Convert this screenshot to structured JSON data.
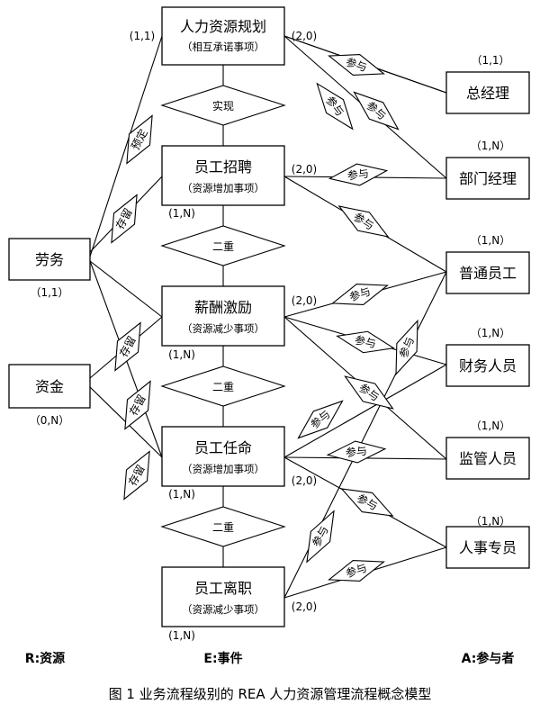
{
  "events": [
    {
      "name": "人力资源规划",
      "type": "（相互承诺事项）"
    },
    {
      "name": "员工招聘",
      "type": "（资源增加事项）"
    },
    {
      "name": "薪酬激励",
      "type": "（资源减少事项）"
    },
    {
      "name": "员工任命",
      "type": "（资源增加事项）"
    },
    {
      "name": "员工离职",
      "type": "（资源减少事项）"
    }
  ],
  "event_links": [
    "实现",
    "二重",
    "二重",
    "二重"
  ],
  "resources": [
    {
      "name": "劳务",
      "card": "（1,1）"
    },
    {
      "name": "资金",
      "card": "（0,N）"
    }
  ],
  "agents": [
    {
      "name": "总经理",
      "card": "（1,1）"
    },
    {
      "name": "部门经理",
      "card": "（1,N）"
    },
    {
      "name": "普通员工",
      "card": "（1,N）"
    },
    {
      "name": "财务人员",
      "card": "（1,N）"
    },
    {
      "name": "监管人员",
      "card": "（1,N）"
    },
    {
      "name": "人事专员",
      "card": "（1,N）"
    }
  ],
  "resource_relations": [
    "预定",
    "存留",
    "存留",
    "存留",
    "存留"
  ],
  "participation_label": "参与",
  "cardinality_labels": {
    "plan_left": "(1,1)",
    "plan_right": "(2,0)",
    "recruit_right": "(2,0)",
    "recruit_below": "(1,N)",
    "salary_right": "(2,0)",
    "salary_below": "(1,N)",
    "appoint_right": "(2,0)",
    "appoint_below": "(1,N)",
    "leave_right": "(2,0)",
    "leave_below": "(1,N)"
  },
  "legend": {
    "resource": "R:资源",
    "event": "E:事件",
    "agent": "A:参与者"
  },
  "caption": "图 1    业务流程级别的 REA 人力资源管理流程概念模型"
}
